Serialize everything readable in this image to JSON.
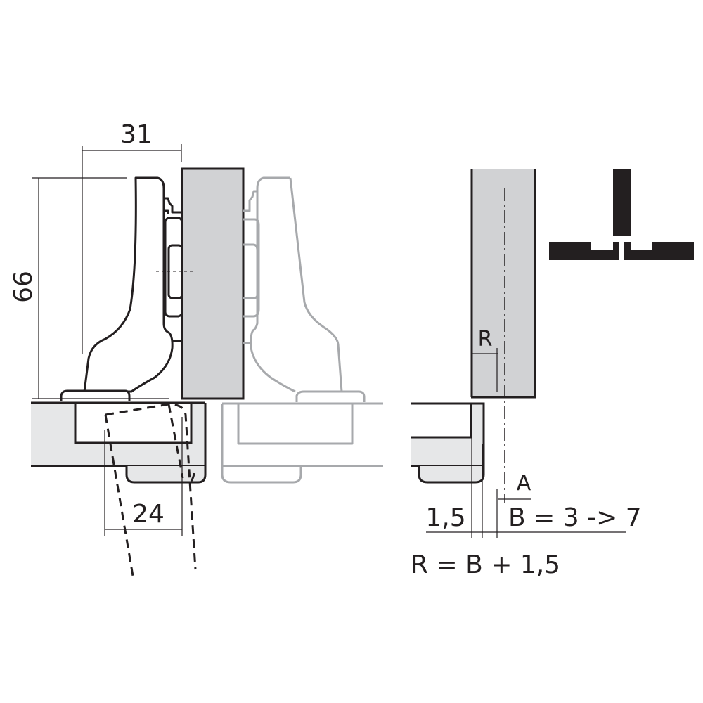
{
  "diagram": {
    "title": "Concealed cabinet hinge installation drawing",
    "colors": {
      "ink": "#231f20",
      "panel_fill": "#d1d2d4",
      "cabinet_fill": "#e6e7e8",
      "ghost_line": "#a7a9ac",
      "symbol_fill": "#231f20"
    },
    "left_view": {
      "dim_width": "31",
      "dim_height": "66",
      "dim_cup": "24"
    },
    "right_view": {
      "label_R": "R",
      "label_A": "A",
      "dim_offset": "1,5",
      "formula_B": "B = 3 -> 7",
      "formula_R": "R = B + 1,5"
    },
    "symbol": {
      "name": "center-mount overlay symbol"
    }
  }
}
